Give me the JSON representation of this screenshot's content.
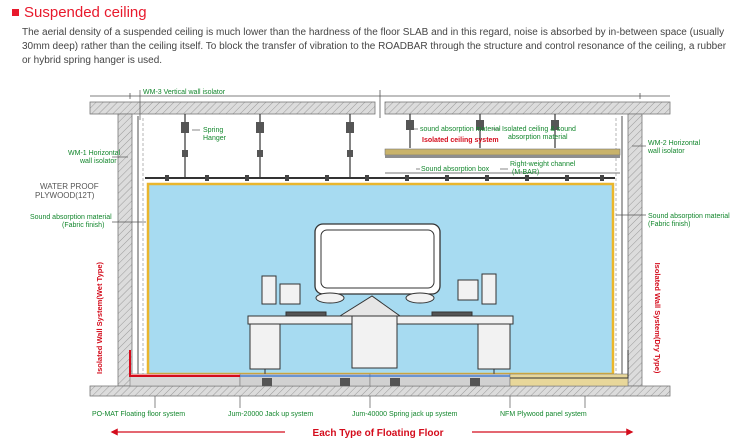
{
  "section": {
    "title": "Suspended ceiling",
    "description": "The aerial density of a suspended ceiling is much lower than the hardness of the floor SLAB and in this regard, noise is absorbed by in-between space (usually 30mm deep) rather than the ceiling itself. To block the transfer of vibration to the ROADBAR through the structure and control resonance of the ceiling, a rubber or hybrid spring hanger is used."
  },
  "diagram": {
    "labels": {
      "wm3": "WM-3 Vertical wall isolator",
      "spring_hanger_1": "Spring",
      "spring_hanger_2": "Hanger",
      "wm1_1": "WM-1 Horizontal",
      "wm1_2": "wall isolator",
      "waterproof_1": "WATER PROOF",
      "waterproof_2": "PLYWOOD(12T)",
      "sound_abs_left_1": "Sound absorption material",
      "sound_abs_left_2": "(Fabric finish)",
      "sound_abs_mat": "sound absorption material",
      "isolated_ceiling": "Isolated ceiling system",
      "isolated_sound_1": "Isolated ceiling & sound",
      "isolated_sound_2": "absorption material",
      "sound_abs_box": "Sound absorption box",
      "light_channel_1": "Right-weight channel",
      "light_channel_2": "(M-BAR)",
      "wm2_1": "WM-2 Horizontal",
      "wm2_2": "wall isolator",
      "sound_abs_right_1": "Sound absorption material",
      "sound_abs_right_2": "(Fabric finish)",
      "wall_wet": "Isolated Wall System(Wet Type)",
      "wall_dry": "Isolated Wall System(Dry Type)",
      "floor_1": "PO-MAT Floating floor system",
      "floor_2": "Jum-20000 Jack up system",
      "floor_3": "Jum-40000 Spring jack up system",
      "floor_4": "NFM Plywood panel system",
      "floor_types": "Each Type of Floating Floor"
    },
    "colors": {
      "room": "#a7dbf1",
      "room_edge": "#eab62c",
      "label_green": "#13872d",
      "accent_red": "#d40c1c",
      "structure": "#cfcfcf"
    }
  }
}
